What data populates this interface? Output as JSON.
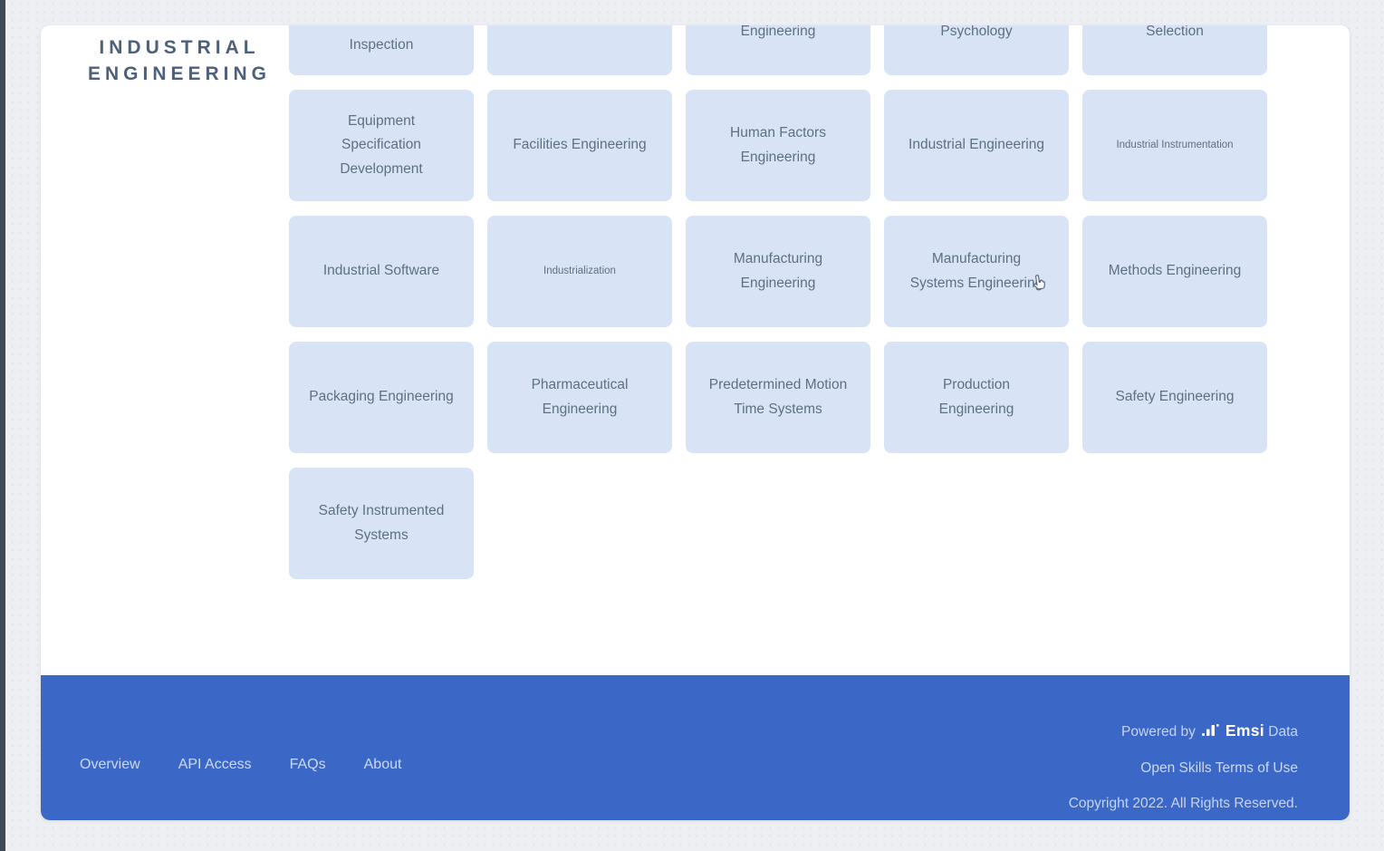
{
  "category": {
    "title": "INDUSTRIAL\nENGINEERING"
  },
  "tiles": [
    {
      "label": "Inspection",
      "partial": true
    },
    {
      "label": "",
      "partial": true
    },
    {
      "label": "Engineering",
      "partial": true
    },
    {
      "label": "Psychology",
      "partial": true
    },
    {
      "label": "Selection",
      "partial": true
    },
    {
      "label": "Equipment Specification Development"
    },
    {
      "label": "Facilities Engineering"
    },
    {
      "label": "Human Factors Engineering"
    },
    {
      "label": "Industrial Engineering"
    },
    {
      "label": "Industrial Instrumentation",
      "small": true
    },
    {
      "label": "Industrial Software"
    },
    {
      "label": "Industrialization",
      "small": true
    },
    {
      "label": "Manufacturing Engineering"
    },
    {
      "label": "Manufacturing Systems Engineering",
      "hovered": true
    },
    {
      "label": "Methods Engineering"
    },
    {
      "label": "Packaging Engineering"
    },
    {
      "label": "Pharmaceutical Engineering"
    },
    {
      "label": "Predetermined Motion Time Systems"
    },
    {
      "label": "Production Engineering"
    },
    {
      "label": "Safety Engineering"
    },
    {
      "label": "Safety Instrumented Systems"
    }
  ],
  "footer": {
    "links": [
      "Overview",
      "API Access",
      "FAQs",
      "About"
    ],
    "powered_by_prefix": "Powered by",
    "brand": "Emsi",
    "powered_by_suffix": "Data",
    "terms": "Open Skills Terms of Use",
    "copyright": "Copyright 2022. All Rights Reserved."
  },
  "colors": {
    "footer_background": "#3b68c6",
    "tile_background": "#d8e4f6",
    "tile_text": "#5e7083",
    "title_text": "#4e617a",
    "footer_text": "#ccd8f3",
    "brand_text": "#ffffff",
    "page_background": "#edeff3",
    "edge_strip": "#3e4b55"
  }
}
